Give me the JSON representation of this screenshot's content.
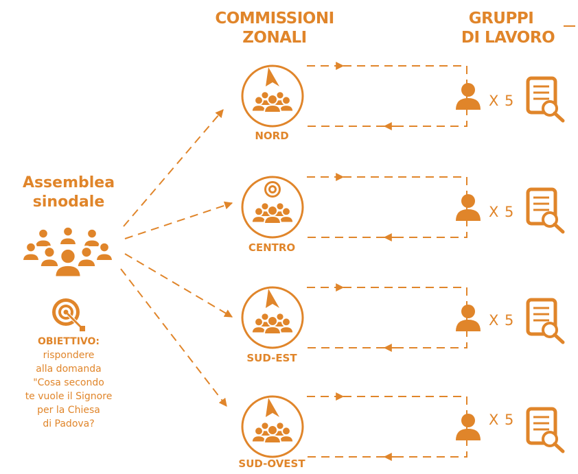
{
  "header": {
    "commissions_line1": "COMMISSIONI",
    "commissions_line2": "ZONALI",
    "groups_line1": "GRUPPI",
    "groups_line2": "DI LAVORO"
  },
  "assembly": {
    "title_line1": "Assemblea",
    "title_line2": "sinodale",
    "icon": "crowd-icon",
    "target_icon": "target-icon"
  },
  "objective": {
    "title": "OBIETTIVO:",
    "lines": [
      "rispondere",
      "alla domanda",
      "\"Cosa secondo",
      "te vuole il Signore",
      "per la Chiesa",
      "di Padova?"
    ]
  },
  "zones": [
    {
      "label": "NORD",
      "symbol": "compass-arrow-icon",
      "multiplier": "X 5"
    },
    {
      "label": "CENTRO",
      "symbol": "target-icon",
      "multiplier": "X 5"
    },
    {
      "label": "SUD-EST",
      "symbol": "compass-arrow-icon",
      "multiplier": "X 5"
    },
    {
      "label": "SUD-OVEST",
      "symbol": "compass-arrow-icon",
      "multiplier": "X 5"
    }
  ],
  "colors": {
    "accent": "#e0852a",
    "background": "#ffffff"
  }
}
